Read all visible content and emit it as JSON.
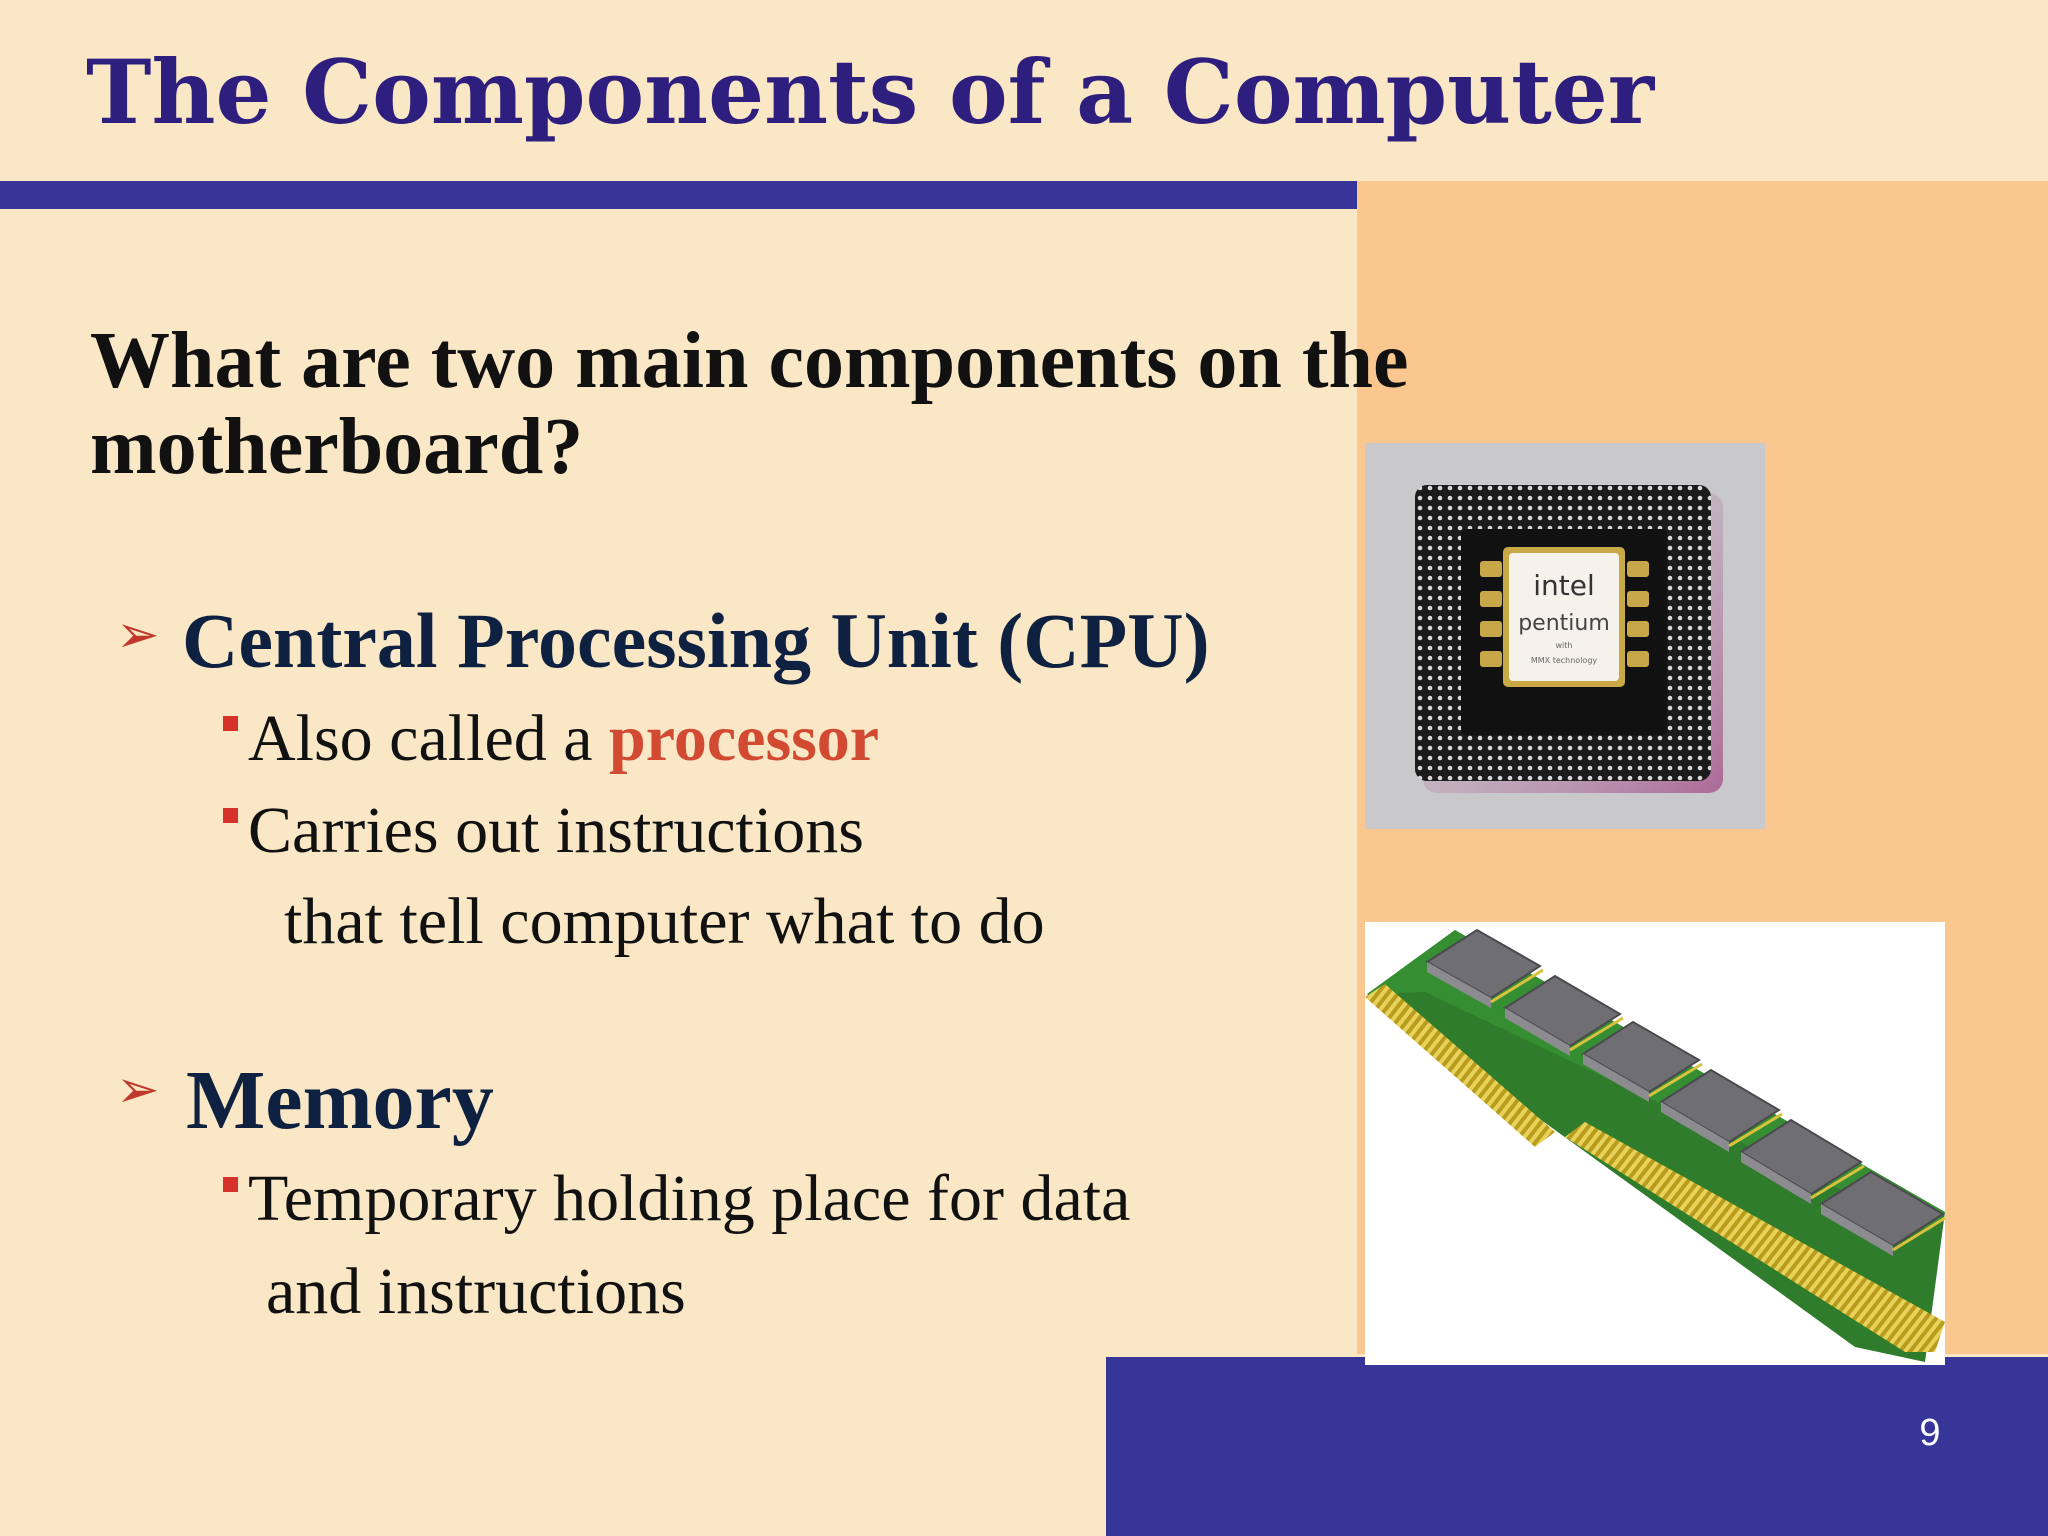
{
  "slide": {
    "title": "The Components of a Computer",
    "question": "What are two main components on the motherboard?",
    "page_number": "9",
    "colors": {
      "title": "#2e1f7f",
      "accent_bar": "#373598",
      "panel": "#fac78e",
      "highlight": "#d24a32",
      "background": "#f9e7c5"
    }
  },
  "bullets": [
    {
      "label": "Central Processing Unit (CPU)",
      "subs": [
        {
          "text": "Also called a ",
          "highlight": "processor"
        },
        {
          "text": "Carries out instructions",
          "cont": "that tell computer what to do"
        }
      ]
    },
    {
      "label": "Memory",
      "subs": [
        {
          "text": "Temporary holding place for data",
          "cont": "and instructions"
        }
      ]
    }
  ],
  "images": [
    {
      "name": "cpu-chip-photo",
      "chip_logo": "intel",
      "chip_text": "pentium",
      "chip_small": "with",
      "chip_small2": "MMX technology"
    },
    {
      "name": "memory-module-photo"
    }
  ]
}
